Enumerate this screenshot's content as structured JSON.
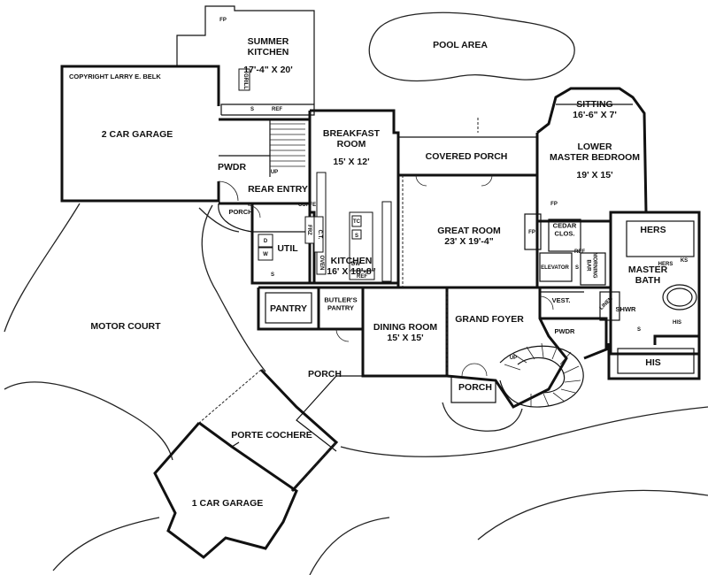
{
  "copyright": "COPYRIGHT LARRY E. BELK",
  "rooms": {
    "summer_kitchen": {
      "name": "SUMMER\nKITCHEN",
      "dims": "17'-4\" X 20'"
    },
    "pool_area": {
      "name": "POOL AREA"
    },
    "two_car_garage": {
      "name": "2 CAR GARAGE"
    },
    "breakfast_room": {
      "name": "BREAKFAST\nROOM",
      "dims": "15' X 12'"
    },
    "covered_porch": {
      "name": "COVERED PORCH"
    },
    "sitting": {
      "name": "SITTING",
      "dims": "16'-6\" X 7'"
    },
    "lower_master_bedroom": {
      "name": "LOWER\nMASTER BEDROOM",
      "dims": "19' X 15'"
    },
    "pwdr_upper": {
      "name": "PWDR"
    },
    "rear_entry": {
      "name": "REAR ENTRY"
    },
    "porch_rear": {
      "name": "PORCH"
    },
    "util": {
      "name": "UTIL"
    },
    "kitchen": {
      "name": "KITCHEN",
      "dims": "16' X 18'-8\""
    },
    "great_room": {
      "name": "GREAT ROOM",
      "dims": "23' X 19'-4\""
    },
    "cedar_clos": {
      "name": "CEDAR\nCLOS."
    },
    "hers": {
      "name": "HERS"
    },
    "master_bath": {
      "name": "MASTER\nBATH"
    },
    "pantry": {
      "name": "PANTRY"
    },
    "butlers_pantry": {
      "name": "BUTLER'S\nPANTRY"
    },
    "motor_court": {
      "name": "MOTOR COURT"
    },
    "dining_room": {
      "name": "DINING ROOM",
      "dims": "15' X 15'"
    },
    "grand_foyer": {
      "name": "GRAND FOYER"
    },
    "vest": {
      "name": "VEST."
    },
    "elevator": {
      "name": "ELEVATOR"
    },
    "morning_bar": {
      "name": "MORNING\nBAR"
    },
    "shwr": {
      "name": "SHWR"
    },
    "pwdr_lower": {
      "name": "PWDR"
    },
    "his": {
      "name": "HIS"
    },
    "porch_front": {
      "name": "PORCH"
    },
    "porch_side": {
      "name": "PORCH"
    },
    "porte_cochere": {
      "name": "PORTE COCHERE"
    },
    "one_car_garage": {
      "name": "1 CAR GARAGE"
    }
  },
  "fixtures": {
    "fp_summer": "FP",
    "fp_great": "FP",
    "fp_master": "FP",
    "grill": "GRILL",
    "s_summer": "S",
    "ref_summer": "REF",
    "up_rear": "UP",
    "frz": "FRZ",
    "ct": "C.T.",
    "d": "D",
    "w": "W",
    "s_util": "S",
    "tc": "TC",
    "s_kitchen": "S",
    "dw": "DW",
    "ref_kitchen": "REF",
    "oven": "OVEN",
    "coffee": "COFFE",
    "ref_bar": "REF",
    "s_bar": "S",
    "ks": "KS",
    "hers_sink": "HERS",
    "his_sink": "HIS",
    "linen": "LINEN",
    "sink_bath": "S",
    "up_foyer": "UP"
  }
}
